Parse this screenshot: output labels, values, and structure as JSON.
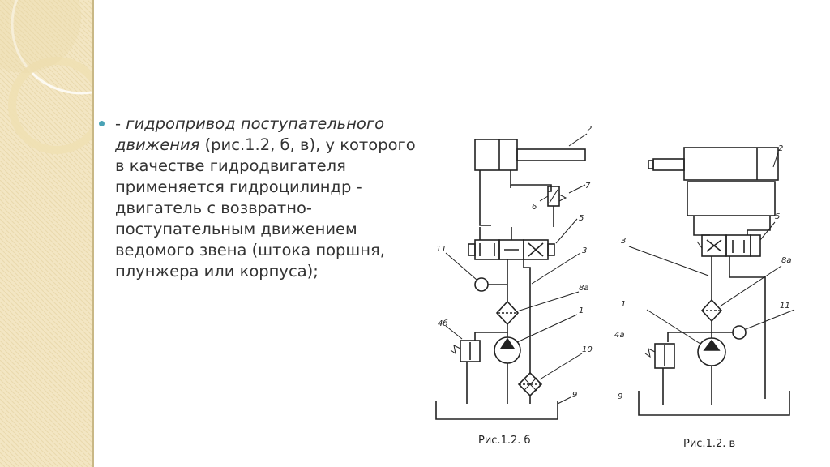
{
  "text": {
    "dash": "- ",
    "italic_part": "гидропривод поступательного движения",
    "normal_part": " (рис.1.2, б, в), у которого в качестве гидродвигателя применяется гидроцилиндр - двигатель с возвратно-поступательным движением ведомого звена (штока поршня, плунжера или корпуса);"
  },
  "diagram_b": {
    "caption": "Рис.1.2. б",
    "labels": {
      "l2": "2",
      "l7": "7",
      "l6": "6",
      "l5": "5",
      "l3": "3",
      "l11": "11",
      "l8a": "8а",
      "l1": "1",
      "l4b": "4б",
      "l10": "10",
      "l9": "9"
    }
  },
  "diagram_c": {
    "caption": "Рис.1.2. в",
    "labels": {
      "l2": "2",
      "l5": "5",
      "l3": "3",
      "l8a": "8а",
      "l1": "1",
      "l11": "11",
      "l4a": "4а",
      "l9": "9"
    }
  },
  "colors": {
    "bullet": "#4aa3b6",
    "sidebar": "#f3e6c3"
  }
}
